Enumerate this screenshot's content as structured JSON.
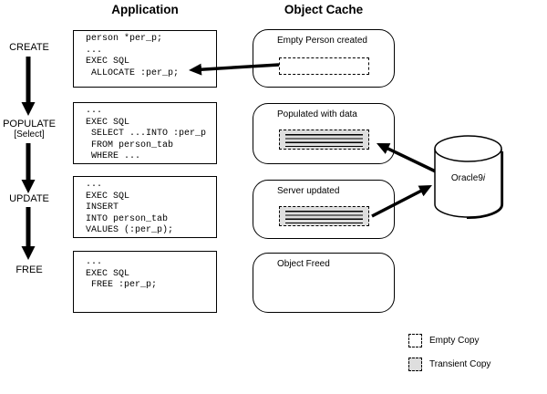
{
  "headers": {
    "application": "Application",
    "object_cache": "Object Cache"
  },
  "lifecycle": {
    "steps": [
      {
        "label": "CREATE"
      },
      {
        "label": "POPULATE",
        "sublabel": "[Select]"
      },
      {
        "label": "UPDATE"
      },
      {
        "label": "FREE"
      }
    ]
  },
  "code_boxes": [
    {
      "step": "create",
      "lines": [
        "person *per_p;",
        "...",
        "EXEC SQL",
        " ALLOCATE :per_p;"
      ]
    },
    {
      "step": "populate",
      "lines": [
        "...",
        "EXEC SQL",
        " SELECT ...INTO :per_p",
        " FROM person_tab",
        " WHERE ..."
      ]
    },
    {
      "step": "update",
      "lines": [
        "...",
        "EXEC SQL",
        "INSERT",
        "INTO person_tab",
        "VALUES (:per_p);"
      ]
    },
    {
      "step": "free",
      "lines": [
        "...",
        "EXEC SQL",
        " FREE :per_p;"
      ]
    }
  ],
  "cache_boxes": [
    {
      "label": "Empty Person created",
      "copy": "empty"
    },
    {
      "label": "Populated with data",
      "copy": "transient"
    },
    {
      "label": "Server updated",
      "copy": "transient"
    },
    {
      "label": "Object Freed",
      "copy": "none"
    }
  ],
  "database": {
    "name": "Oracle9",
    "name_italic": "i"
  },
  "legend": [
    {
      "swatch": "empty",
      "label": "Empty Copy"
    },
    {
      "swatch": "transient",
      "label": "Transient Copy"
    }
  ],
  "colors": {
    "ink": "#000000",
    "background": "#ffffff",
    "transient_fill": "#dedede"
  }
}
